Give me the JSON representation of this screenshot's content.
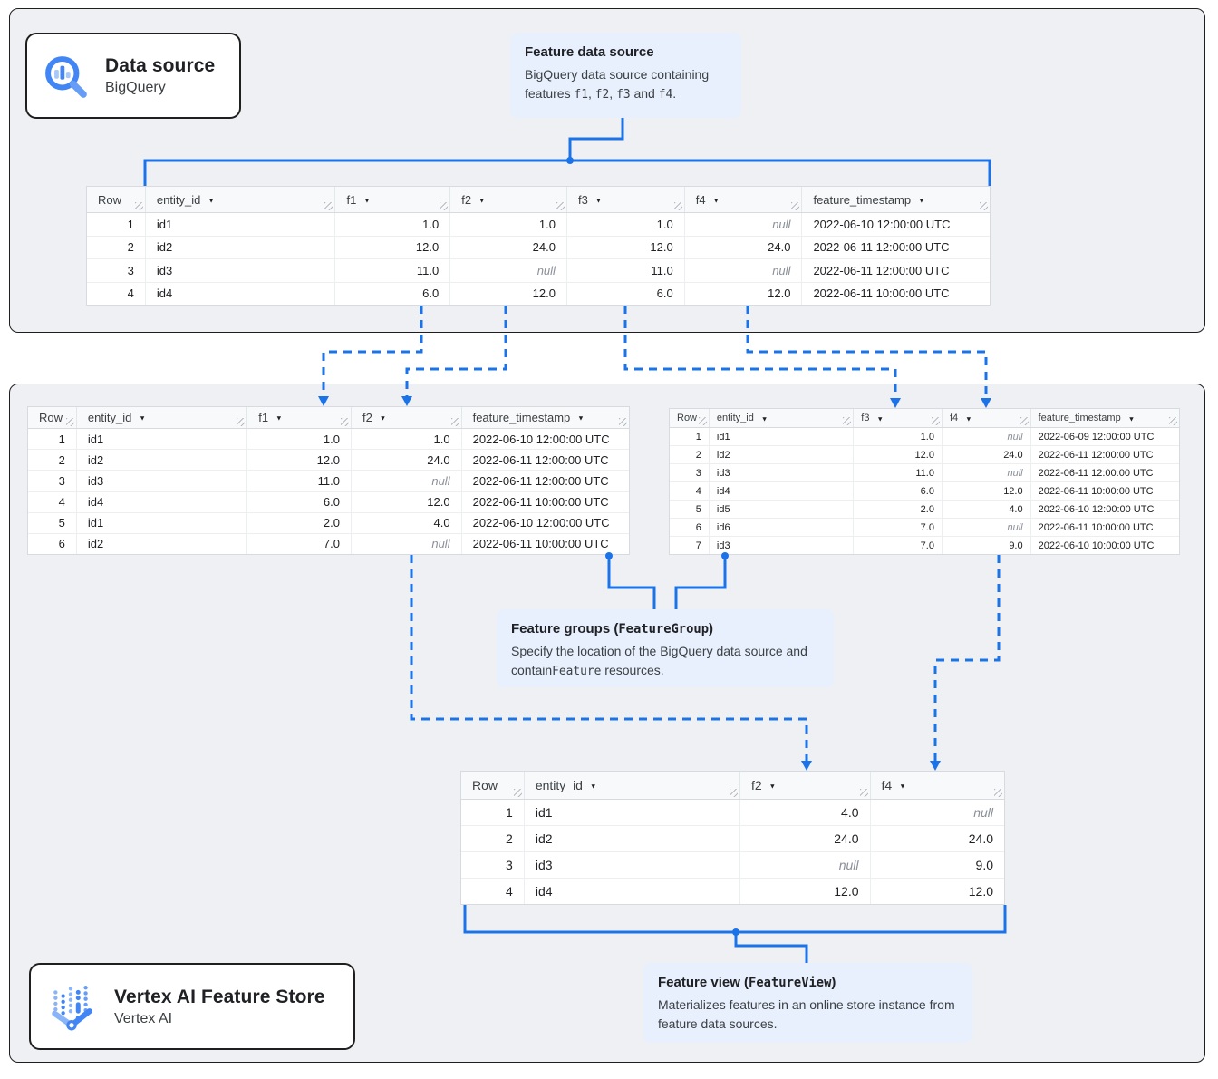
{
  "colors": {
    "accent_blue": "#1a73e8",
    "callout_bg": "#e8f0fe",
    "panel_bg": "#eef0f4"
  },
  "badges": {
    "data_source": {
      "title": "Data source",
      "subtitle": "BigQuery"
    },
    "feature_store": {
      "title": "Vertex AI Feature Store",
      "subtitle": "Vertex AI"
    }
  },
  "callouts": {
    "feature_data_source": {
      "title": "Feature data source",
      "body_parts": [
        {
          "t": "BigQuery data source containing features "
        },
        {
          "t": "f1",
          "mono": true
        },
        {
          "t": ", "
        },
        {
          "t": "f2",
          "mono": true
        },
        {
          "t": ", "
        },
        {
          "t": "f3",
          "mono": true
        },
        {
          "t": " and "
        },
        {
          "t": "f4",
          "mono": true
        },
        {
          "t": "."
        }
      ]
    },
    "feature_groups": {
      "title_parts": [
        {
          "t": "Feature groups ("
        },
        {
          "t": "FeatureGroup",
          "mono": true
        },
        {
          "t": ")"
        }
      ],
      "body_parts": [
        {
          "t": "Specify the location of the BigQuery data source and contain"
        },
        {
          "t": "Feature",
          "mono": true
        },
        {
          "t": " resources."
        }
      ]
    },
    "feature_view": {
      "title_parts": [
        {
          "t": "Feature view ("
        },
        {
          "t": "FeatureView",
          "mono": true
        },
        {
          "t": ")"
        }
      ],
      "body_parts": [
        {
          "t": "Materializes features in an online store instance from feature data sources."
        }
      ]
    }
  },
  "tables": {
    "source": {
      "columns": [
        {
          "label": "Row",
          "sort": false,
          "align": "right"
        },
        {
          "label": "entity_id",
          "sort": true,
          "align": "left"
        },
        {
          "label": "f1",
          "sort": true,
          "align": "right"
        },
        {
          "label": "f2",
          "sort": true,
          "align": "right"
        },
        {
          "label": "f3",
          "sort": true,
          "align": "right"
        },
        {
          "label": "f4",
          "sort": true,
          "align": "right"
        },
        {
          "label": "feature_timestamp",
          "sort": true,
          "align": "left"
        }
      ],
      "rows": [
        [
          "1",
          "id1",
          "1.0",
          "1.0",
          "1.0",
          "null",
          "2022-06-10 12:00:00 UTC"
        ],
        [
          "2",
          "id2",
          "12.0",
          "24.0",
          "12.0",
          "24.0",
          "2022-06-11 12:00:00 UTC"
        ],
        [
          "3",
          "id3",
          "11.0",
          "null",
          "11.0",
          "null",
          "2022-06-11 12:00:00 UTC"
        ],
        [
          "4",
          "id4",
          "6.0",
          "12.0",
          "6.0",
          "12.0",
          "2022-06-11 10:00:00 UTC"
        ]
      ]
    },
    "feature_group_1": {
      "columns": [
        {
          "label": "Row",
          "sort": false,
          "align": "right"
        },
        {
          "label": "entity_id",
          "sort": true,
          "align": "left"
        },
        {
          "label": "f1",
          "sort": true,
          "align": "right"
        },
        {
          "label": "f2",
          "sort": true,
          "align": "right"
        },
        {
          "label": "feature_timestamp",
          "sort": true,
          "align": "left"
        }
      ],
      "rows": [
        [
          "1",
          "id1",
          "1.0",
          "1.0",
          "2022-06-10 12:00:00 UTC"
        ],
        [
          "2",
          "id2",
          "12.0",
          "24.0",
          "2022-06-11 12:00:00 UTC"
        ],
        [
          "3",
          "id3",
          "11.0",
          "null",
          "2022-06-11 12:00:00 UTC"
        ],
        [
          "4",
          "id4",
          "6.0",
          "12.0",
          "2022-06-11 10:00:00 UTC"
        ],
        [
          "5",
          "id1",
          "2.0",
          "4.0",
          "2022-06-10 12:00:00 UTC"
        ],
        [
          "6",
          "id2",
          "7.0",
          "null",
          "2022-06-11 10:00:00 UTC"
        ]
      ]
    },
    "feature_group_2": {
      "columns": [
        {
          "label": "Row",
          "sort": false,
          "align": "right"
        },
        {
          "label": "entity_id",
          "sort": true,
          "align": "left"
        },
        {
          "label": "f3",
          "sort": true,
          "align": "right"
        },
        {
          "label": "f4",
          "sort": true,
          "align": "right"
        },
        {
          "label": "feature_timestamp",
          "sort": true,
          "align": "left"
        }
      ],
      "rows": [
        [
          "1",
          "id1",
          "1.0",
          "null",
          "2022-06-09 12:00:00 UTC"
        ],
        [
          "2",
          "id2",
          "12.0",
          "24.0",
          "2022-06-11 12:00:00 UTC"
        ],
        [
          "3",
          "id3",
          "11.0",
          "null",
          "2022-06-11 12:00:00 UTC"
        ],
        [
          "4",
          "id4",
          "6.0",
          "12.0",
          "2022-06-11 10:00:00 UTC"
        ],
        [
          "5",
          "id5",
          "2.0",
          "4.0",
          "2022-06-10 12:00:00 UTC"
        ],
        [
          "6",
          "id6",
          "7.0",
          "null",
          "2022-06-11 10:00:00 UTC"
        ],
        [
          "7",
          "id3",
          "7.0",
          "9.0",
          "2022-06-10 10:00:00 UTC"
        ]
      ]
    },
    "feature_view": {
      "columns": [
        {
          "label": "Row",
          "sort": false,
          "align": "right"
        },
        {
          "label": "entity_id",
          "sort": true,
          "align": "left"
        },
        {
          "label": "f2",
          "sort": true,
          "align": "right"
        },
        {
          "label": "f4",
          "sort": true,
          "align": "right"
        }
      ],
      "rows": [
        [
          "1",
          "id1",
          "4.0",
          "null"
        ],
        [
          "2",
          "id2",
          "24.0",
          "24.0"
        ],
        [
          "3",
          "id3",
          "null",
          "9.0"
        ],
        [
          "4",
          "id4",
          "12.0",
          "12.0"
        ]
      ]
    }
  }
}
